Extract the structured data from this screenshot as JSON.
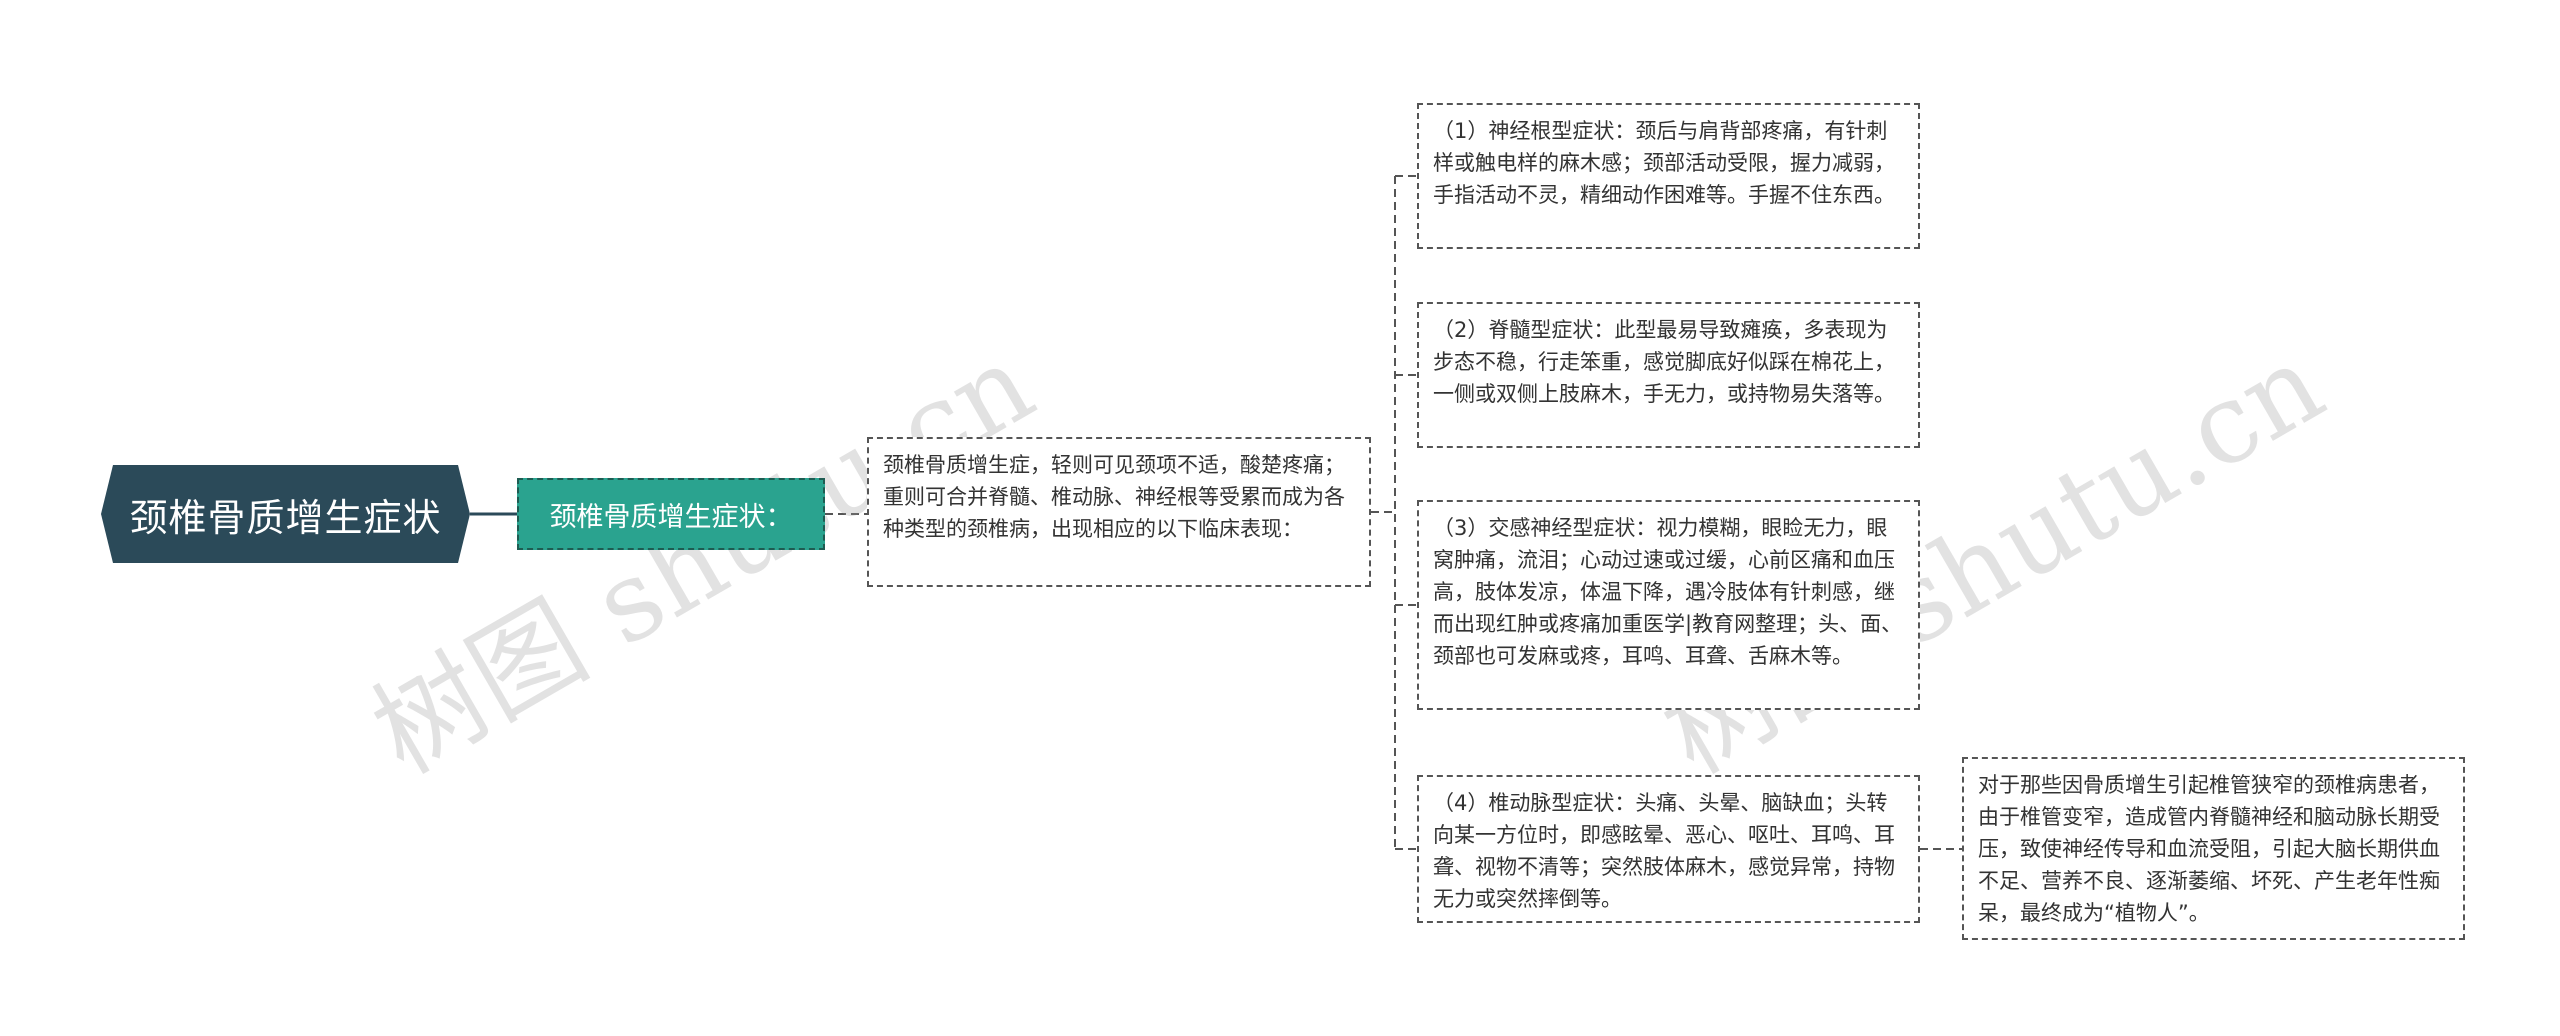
{
  "watermark": "树图 shutu.cn",
  "root": {
    "label": "颈椎骨质增生症状"
  },
  "level1": {
    "label": "颈椎骨质增生症状："
  },
  "level2": {
    "text": "颈椎骨质增生症，轻则可见颈项不适，酸楚疼痛；重则可合并脊髓、椎动脉、神经根等受累而成为各种类型的颈椎病，出现相应的以下临床表现："
  },
  "branches": [
    {
      "text": "（1）神经根型症状：颈后与肩背部疼痛，有针刺样或触电样的麻木感；颈部活动受限，握力减弱，手指活动不灵，精细动作困难等。手握不住东西。"
    },
    {
      "text": "（2）脊髓型症状：此型最易导致瘫痪，多表现为步态不稳，行走笨重，感觉脚底好似踩在棉花上，一侧或双侧上肢麻木，手无力，或持物易失落等。"
    },
    {
      "text": "（3）交感神经型症状：视力模糊，眼睑无力，眼窝肿痛，流泪；心动过速或过缓，心前区痛和血压高，肢体发凉，体温下降，遇冷肢体有针刺感，继而出现红肿或疼痛加重医学|教育网整理；头、面、颈部也可发麻或疼，耳鸣、耳聋、舌麻木等。"
    },
    {
      "text": "（4）椎动脉型症状：头痛、头晕、脑缺血；头转向某一方位时，即感眩晕、恶心、呕吐、耳鸣、耳聋、视物不清等；突然肢体麻木，感觉异常，持物无力或突然摔倒等。"
    }
  ],
  "leaf": {
    "text": "对于那些因骨质增生引起椎管狭窄的颈椎病患者，由于椎管变窄，造成管内脊髓神经和脑动脉长期受压，致使神经传导和血流受阻，引起大脑长期供血不足、营养不良、逐渐萎缩、坏死、产生老年性痴呆，最终成为“植物人”。"
  }
}
